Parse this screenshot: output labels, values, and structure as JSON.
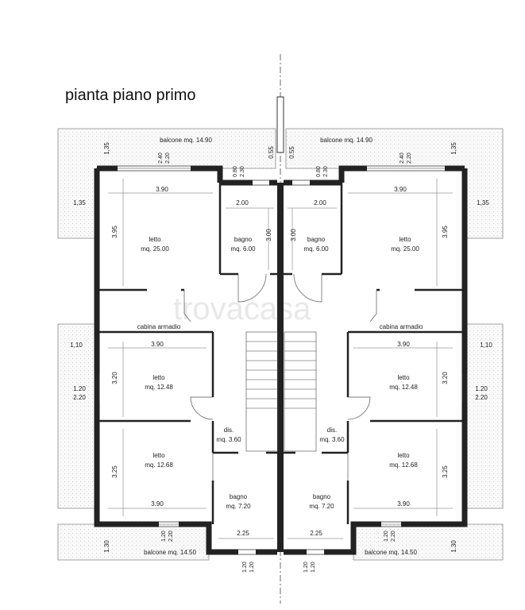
{
  "title": "pianta piano primo",
  "watermark": "trovacasa",
  "rooms": {
    "left_letto_top": {
      "name": "letto",
      "area": "mq. 25.00"
    },
    "left_bagno_top": {
      "name": "bagno",
      "area": "mq. 6.00"
    },
    "right_bagno_top": {
      "name": "bagno",
      "area": "mq. 6.00"
    },
    "right_letto_top": {
      "name": "letto",
      "area": "mq. 25.00"
    },
    "left_letto_mid": {
      "name": "letto",
      "area": "mq. 12.48"
    },
    "right_letto_mid": {
      "name": "letto",
      "area": "mq. 12.48"
    },
    "left_letto_bot": {
      "name": "letto",
      "area": "mq. 12.68"
    },
    "right_letto_bot": {
      "name": "letto",
      "area": "mq. 12.68"
    },
    "left_dis": {
      "name": "dis.",
      "area": "mq. 3.60"
    },
    "right_dis": {
      "name": "dis.",
      "area": "mq. 3.60"
    },
    "left_bagno_bot": {
      "name": "bagno",
      "area": "mq. 7.20"
    },
    "right_bagno_bot": {
      "name": "bagno",
      "area": "mq. 7.20"
    },
    "left_cabina": "cabina armadio",
    "right_cabina": "cabina armadio"
  },
  "balconies": {
    "top_left": "balcone mq. 14.90",
    "top_right": "balcone mq. 14.90",
    "bot_left": "balcone mq. 14.50",
    "bot_right": "balcone mq. 14.50"
  },
  "dims": {
    "w390": "3.90",
    "w200": "2.00",
    "w225": "2.25",
    "h395": "3.95",
    "h300": "3.00",
    "h320": "3.20",
    "h325": "3.25",
    "b135": "1,35",
    "b110": "1,10",
    "b130": "1.30",
    "c055": "0.55",
    "win240": "2.40",
    "win220": "2.20",
    "win080": "0.80",
    "win230": "2.30",
    "win120": "1.20",
    "win220b": "2.20"
  }
}
